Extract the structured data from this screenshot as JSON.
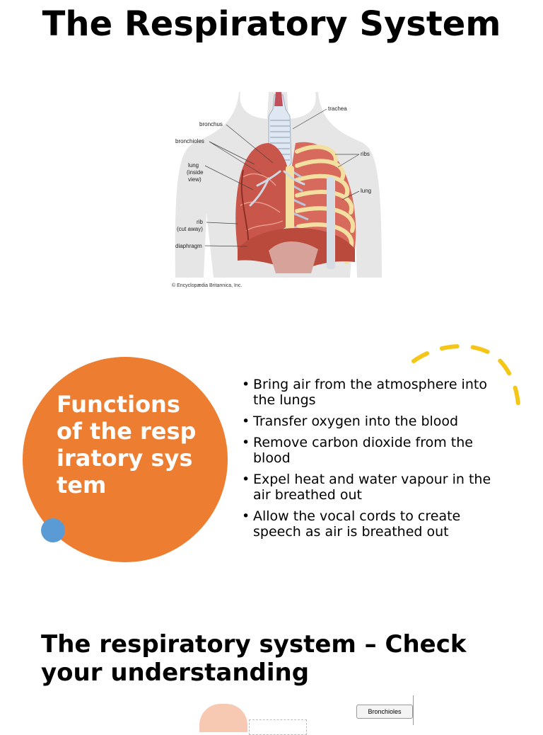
{
  "slide1": {
    "title": "The Respiratory System",
    "labels": {
      "trachea": "trachea",
      "bronchus": "bronchus",
      "bronchioles": "bronchioles",
      "ribs": "ribs",
      "lung_inside_1": "lung",
      "lung_inside_2": "(inside",
      "lung_inside_3": "view)",
      "lung": "lung",
      "rib_cut_1": "rib",
      "rib_cut_2": "(cut away)",
      "diaphragm": "diaphragm"
    },
    "credit": "© Encyclopædia Britannica, Inc."
  },
  "slide2": {
    "circle_title": "Functions of the respiratory system",
    "bullets": [
      "Bring air from the atmosphere into the lungs",
      "Transfer oxygen into the blood",
      "Remove carbon dioxide from the blood",
      "Expel heat and water vapour in the air breathed out",
      "Allow the vocal cords to create speech as air is breathed out"
    ]
  },
  "slide3": {
    "title": "The respiratory system – Check your understanding",
    "label_bronchioles": "Bronchioles"
  },
  "colors": {
    "orange": "#ED7D31",
    "blue_dot": "#5B9BD5",
    "yellow_arc": "#F5C518",
    "lung_red": "#C8564A",
    "rib_cream": "#F3DFA0",
    "body_gray": "#E6E6E6"
  }
}
